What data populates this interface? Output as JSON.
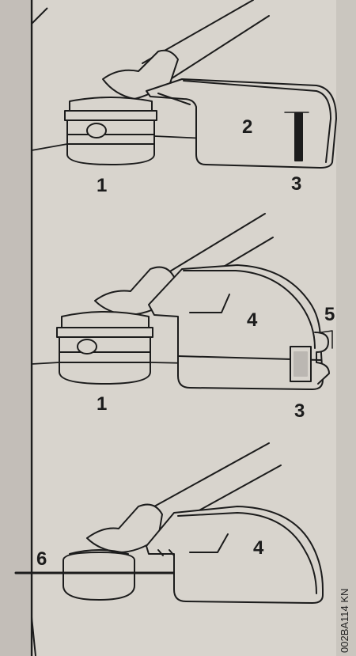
{
  "figure_code": "002BA114 KN",
  "callouts": {
    "panel1": {
      "head": "1",
      "deflector": "2",
      "blade": "3"
    },
    "panel2": {
      "head": "1",
      "deflector": "4",
      "blade": "3",
      "clip": "5"
    },
    "panel3": {
      "head": "6",
      "deflector": "4"
    }
  }
}
